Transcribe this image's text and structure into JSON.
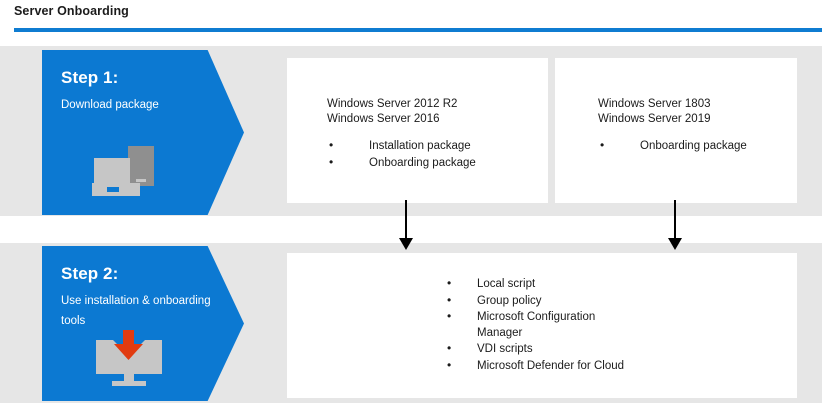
{
  "header": {
    "title": "Server Onboarding",
    "rule_color": "#0f7cd1"
  },
  "theme": {
    "accent_blue": "#0c79d2",
    "band_gray": "#e6e6e6",
    "card_white": "#ffffff",
    "icon_gray": "#c6c6c6",
    "icon_dark_gray": "#8f8f8f",
    "arrow_red": "#e13b10",
    "text_dark": "#1b1b1b"
  },
  "steps": [
    {
      "heading": "Step 1:",
      "subtitle": "Download package",
      "icon": "devices-laptop-phone-icon"
    },
    {
      "heading": "Step 2:",
      "subtitle": "Use installation & onboarding tools",
      "icon": "monitor-download-icon"
    }
  ],
  "cards": {
    "ws2012": {
      "heading": "Windows Server 2012 R2\nWindows Server 2016",
      "heading_lines": [
        "Windows Server 2012 R2",
        "Windows Server 2016"
      ],
      "bullets": [
        "Installation package",
        "Onboarding package"
      ]
    },
    "ws1803": {
      "heading_lines": [
        "Windows Server 1803",
        "Windows Server 2019"
      ],
      "bullets": [
        "Onboarding package"
      ]
    },
    "tools": {
      "bullets": [
        "Local script",
        "Group policy",
        "Microsoft Configuration Manager",
        "VDI scripts",
        "Microsoft Defender for Cloud"
      ]
    }
  },
  "connectors": [
    {
      "name": "arrow-from-ws2012-to-tools",
      "direction": "down"
    },
    {
      "name": "arrow-from-ws1803-to-tools",
      "direction": "down"
    }
  ]
}
